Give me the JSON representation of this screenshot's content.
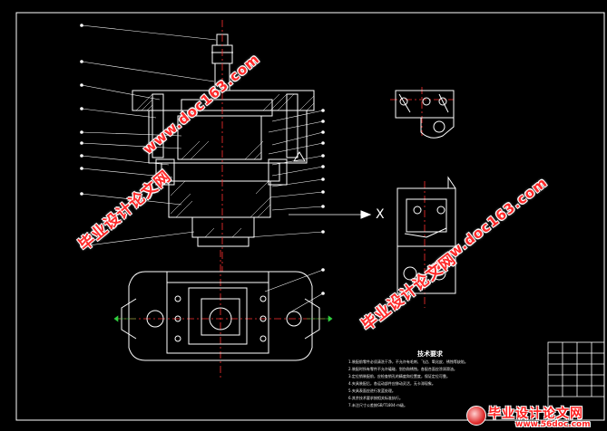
{
  "drawing": {
    "view_label": "X",
    "notes": {
      "title": "技术要求",
      "lines": [
        "1.装配前零件必须清洗干净，不允许有毛刺、飞边、氧化皮、锈蚀等缺陷。",
        "2.装配时所有零件不允许磕碰、划伤和锈蚀，各配合面应涂润滑油。",
        "3.定位销装配前，应检查销孔的精度和位置度，保证定位可靠。",
        "4.夹具装配后，各运动部件应移动灵活，无卡滞现象。",
        "5.夹具表面应进行发蓝处理。",
        "6.其余技术要求按相关标准执行。",
        "7.未注尺寸公差按GB/T1804-m级。"
      ]
    }
  },
  "watermarks": {
    "cn": "毕业设计论文网",
    "url": "www.doc163.com"
  },
  "footer": {
    "title": "毕业设计论文网",
    "url": "www.56doc.com"
  },
  "colors": {
    "background": "#000000",
    "lines": "#ffffff",
    "centerline": "#ff3030",
    "dimension": "#30d040",
    "watermark": "#ff2a2a"
  }
}
